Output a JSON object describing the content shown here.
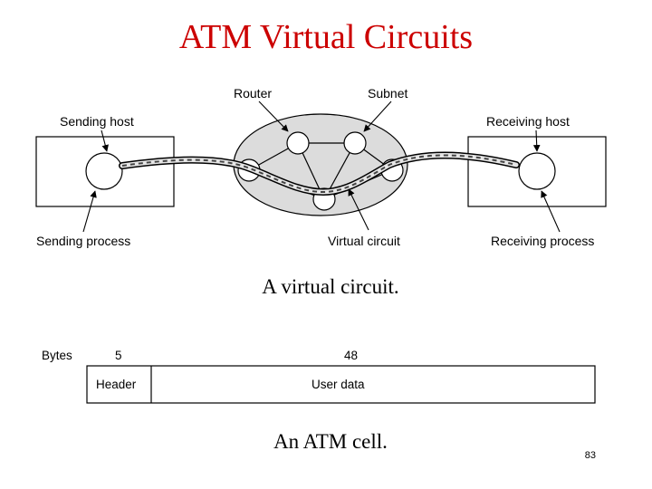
{
  "slide": {
    "title": "ATM Virtual Circuits",
    "page_number": "83"
  },
  "figure1": {
    "labels": {
      "router": "Router",
      "subnet": "Subnet",
      "sending_host": "Sending host",
      "receiving_host": "Receiving host",
      "sending_process": "Sending process",
      "virtual_circuit": "Virtual circuit",
      "receiving_process": "Receiving process"
    },
    "caption": "A virtual circuit."
  },
  "figure2": {
    "bytes_label": "Bytes",
    "header_bytes": "5",
    "data_bytes": "48",
    "header_label": "Header",
    "data_label": "User data",
    "caption": "An ATM cell."
  }
}
